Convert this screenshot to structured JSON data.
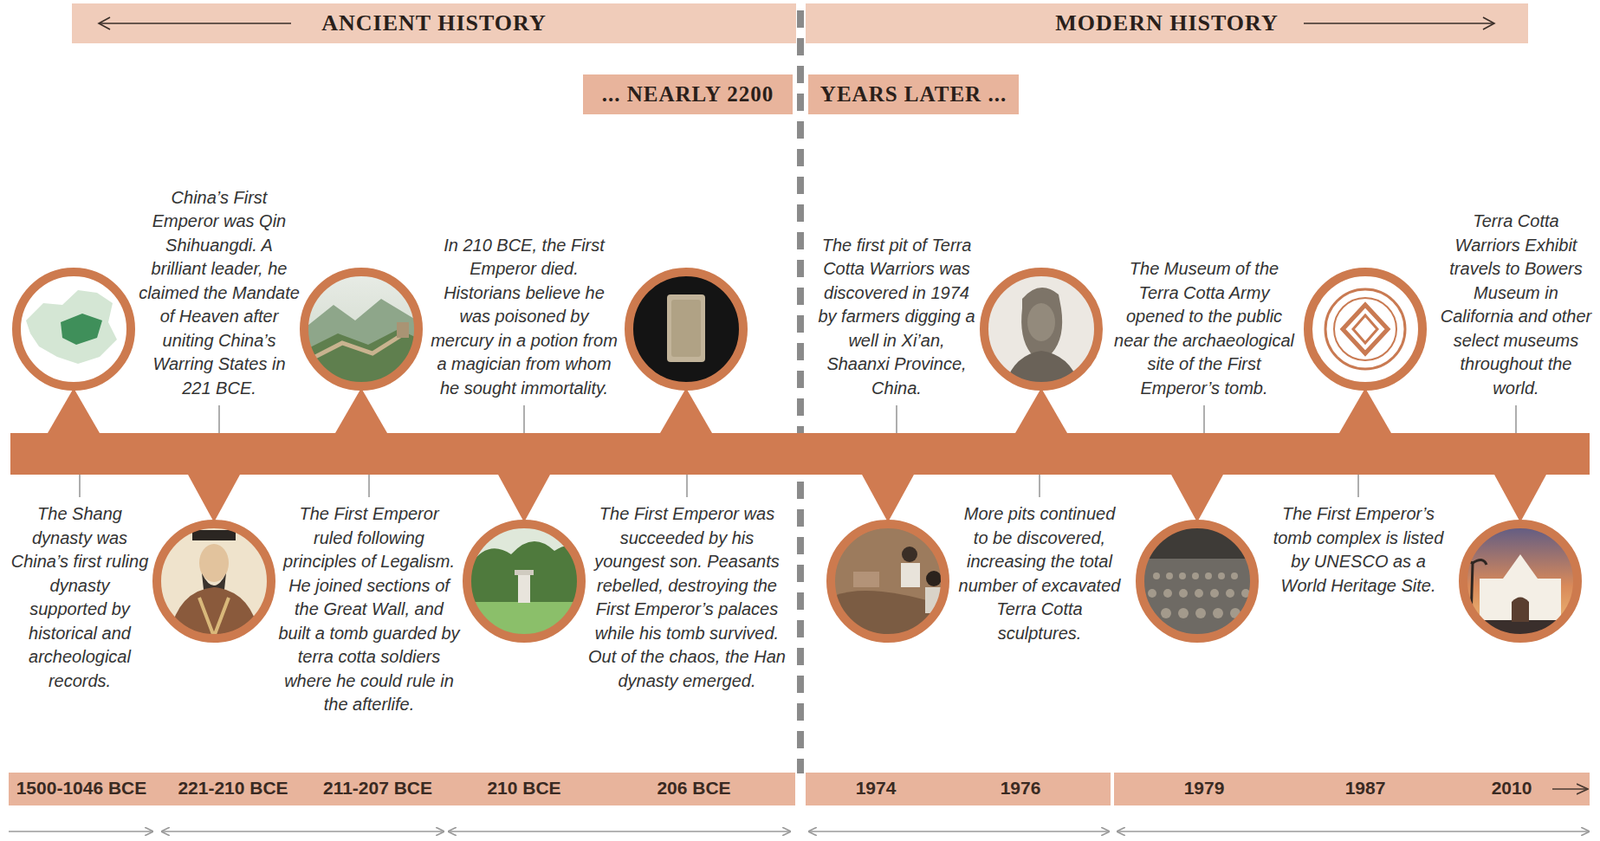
{
  "diagram": {
    "nodes": [
      {
        "text": [
          "ANCIENT HISTORY"
        ]
      },
      {
        "text": [
          "MODERN HISTORY"
        ]
      },
      {
        "text": [
          "... NEARLY 2200"
        ]
      },
      {
        "text": [
          "YEARS LATER ..."
        ]
      }
    ],
    "labels": [
      "China’s First Emperor was Qin Shihuangdi. A brilliant leader, he claimed the Mandate of Heaven after uniting China’s Warring States in 221 BCE.",
      "In 210 BCE, the First Emperor died. Historians believe he was poisoned by mercury in a potion from a magician from whom he sought immortality.",
      "The first pit of Terra Cotta Warriors was discovered in 1974 by farmers digging a well in Xi’an, Shaanxi Province, China.",
      "The Museum of the Terra Cotta Army opened to the public near the archaeological site of the First Emperor’s tomb.",
      "Terra Cotta Warriors Exhibit travels to Bowers Museum in California and other select museums throughout the world.",
      "The Shang dynasty was China’s first ruling dynasty supported by historical and archeological records.",
      "The First Emperor ruled following principles of Legalism. He joined sections of the Great Wall, and built a tomb guarded by terra cotta soldiers where he could rule in the afterlife.",
      "The First Emperor was succeeded by his youngest son. Peasants rebelled, destroying the First Emperor’s palaces while his tomb survived. Out of the chaos, the Han dynasty emerged.",
      "More pits continued to be discovered, increasing the total number of excavated Terra Cotta sculptures.",
      "The First Emperor’s tomb complex is listed by UNESCO as a World Heritage Site.",
      "1500-1046 BCE",
      "221-210 BCE",
      "211-207 BCE",
      "210 BCE",
      "206 BCE",
      "1974",
      "1976",
      "1979",
      "1987",
      "2010"
    ]
  }
}
